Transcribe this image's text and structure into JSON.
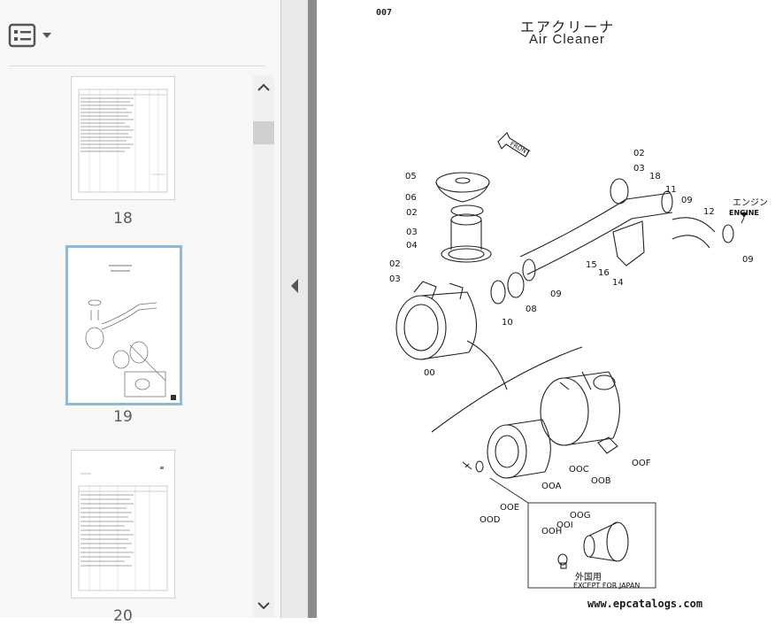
{
  "sidebar": {
    "thumbnails": [
      {
        "page_label": "18",
        "selected": false
      },
      {
        "page_label": "19",
        "selected": true
      },
      {
        "page_label": "20",
        "selected": false
      }
    ]
  },
  "document": {
    "page_code": "007",
    "title_jp": "エアクリーナ",
    "title_en": "Air Cleaner",
    "front_label": "FRONT",
    "engine_label_jp": "エンジン",
    "engine_label_en": "ENGINE",
    "except_jp": "外国用",
    "except_en": "EXCEPT FOR JAPAN",
    "callouts": [
      "02",
      "03",
      "18",
      "11",
      "09",
      "12",
      "09",
      "05",
      "06",
      "02",
      "03",
      "04",
      "02",
      "03",
      "15",
      "16",
      "14",
      "09",
      "08",
      "10",
      "00",
      "OOF",
      "OOC",
      "OOB",
      "OOA",
      "OOE",
      "OOD",
      "OOG",
      "OOI",
      "OOH"
    ]
  },
  "watermark": "www.epcatalogs.com"
}
